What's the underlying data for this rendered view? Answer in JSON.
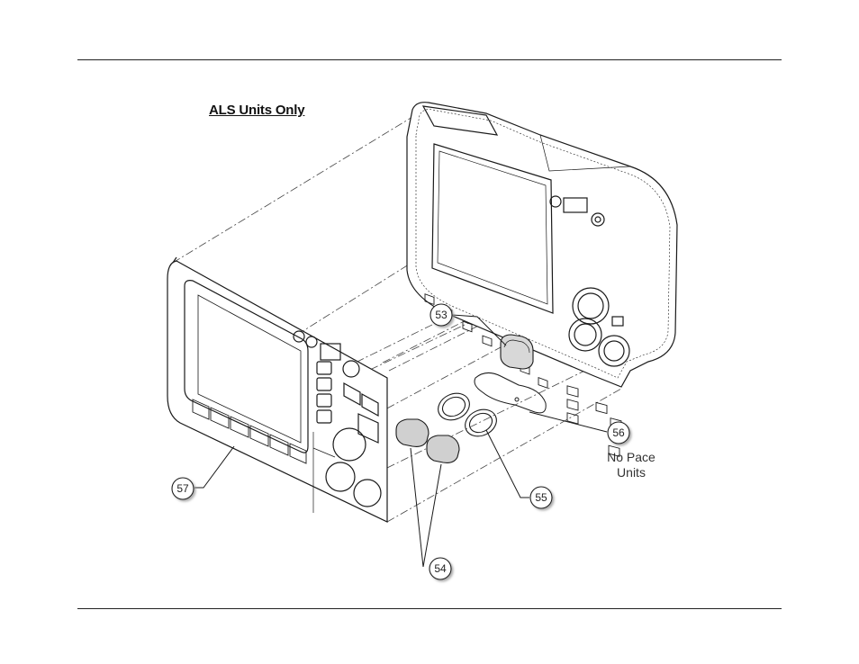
{
  "header": {
    "title": "ALS Units Only"
  },
  "note": {
    "line1": "No Pace",
    "line2": "Units"
  },
  "callouts": [
    {
      "id": "53",
      "label": "53"
    },
    {
      "id": "54",
      "label": "54"
    },
    {
      "id": "55",
      "label": "55"
    },
    {
      "id": "56",
      "label": "56"
    },
    {
      "id": "57",
      "label": "57"
    }
  ],
  "colors": {
    "line": "#1a1a1a",
    "dash": "#444444",
    "shadow": "#bdbdbd"
  }
}
